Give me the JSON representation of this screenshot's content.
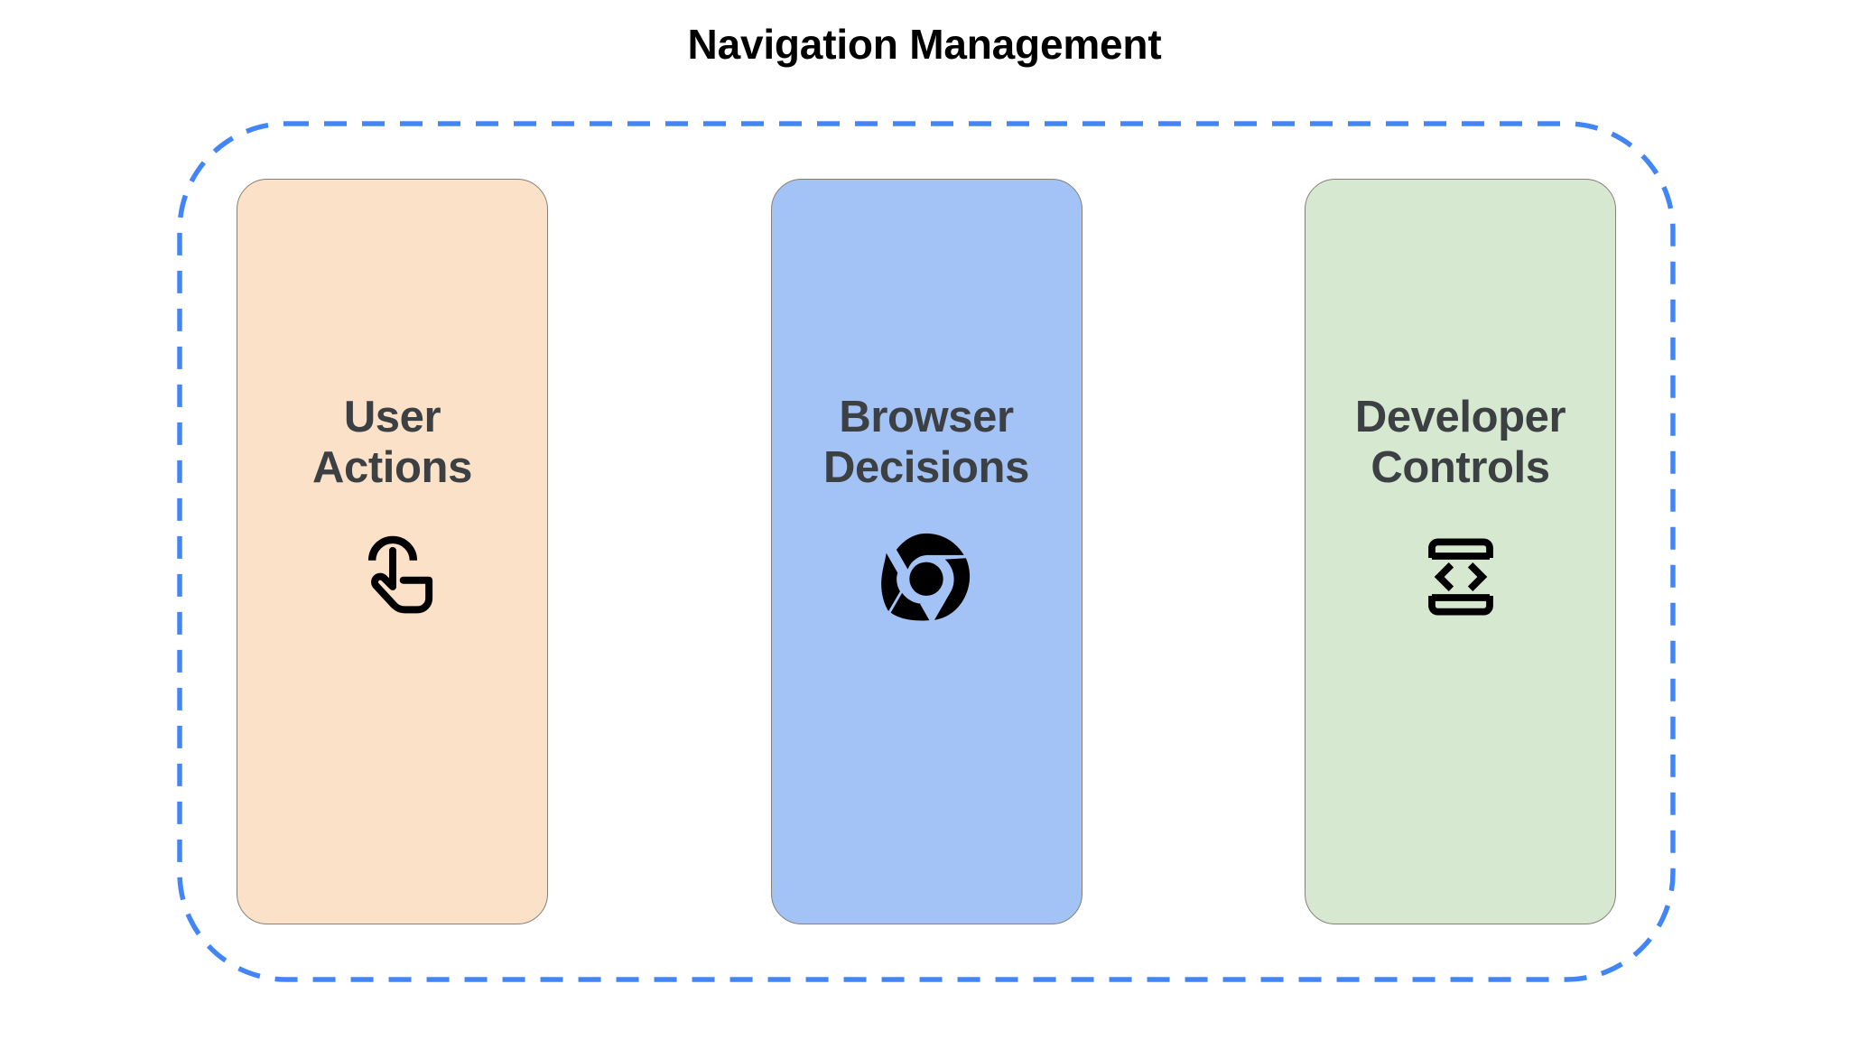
{
  "diagram": {
    "title": "Navigation Management",
    "container": {
      "name": "navigation-management-group",
      "border_style": "dashed",
      "border_color": "#4285f4",
      "background": "#ffffff"
    },
    "cards": [
      {
        "id": "user-actions",
        "label": "User\nActions",
        "label_line1": "User",
        "label_line2": "Actions",
        "bg_color": "#fae1c8",
        "border_color": "#857f78",
        "text_color": "#3c4043",
        "icon": "touch-app-icon",
        "icon_color": "#000000"
      },
      {
        "id": "browser-decisions",
        "label": "Browser\nDecisions",
        "label_line1": "Browser",
        "label_line2": "Decisions",
        "bg_color": "#a3c2f5",
        "border_color": "#857f78",
        "text_color": "#3c4043",
        "icon": "chrome-logo-icon",
        "icon_color": "#000000"
      },
      {
        "id": "developer-controls",
        "label": "Developer\nControls",
        "label_line1": "Developer",
        "label_line2": "Controls",
        "bg_color": "#d6e8d0",
        "border_color": "#857f78",
        "text_color": "#3c4043",
        "icon": "developer-mode-icon",
        "icon_color": "#000000"
      }
    ]
  }
}
